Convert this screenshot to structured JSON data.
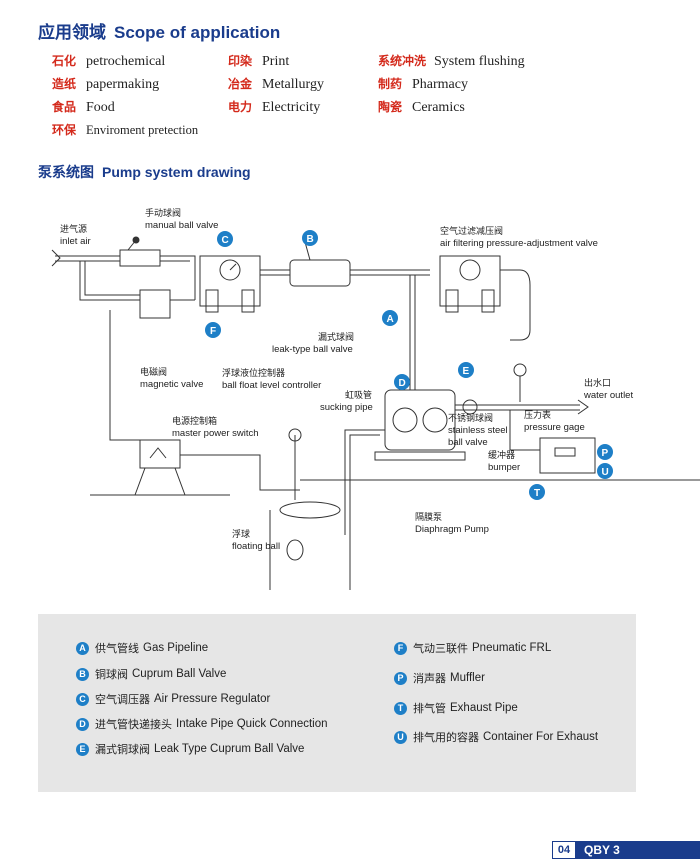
{
  "scope": {
    "title_zh": "应用领域",
    "title_en": "Scope of application",
    "items": [
      {
        "zh": "石化",
        "en": "petrochemical"
      },
      {
        "zh": "印染",
        "en": "Print"
      },
      {
        "zh": "系统冲洗",
        "en": "System flushing"
      },
      {
        "zh": "造纸",
        "en": "papermaking"
      },
      {
        "zh": "冶金",
        "en": "Metallurgy"
      },
      {
        "zh": "制药",
        "en": "Pharmacy"
      },
      {
        "zh": "食品",
        "en": "Food"
      },
      {
        "zh": "电力",
        "en": "Electricity"
      },
      {
        "zh": "陶瓷",
        "en": "Ceramics"
      },
      {
        "zh": "环保",
        "en": "Enviroment pretection"
      }
    ]
  },
  "drawing": {
    "title_zh": "泵系统图",
    "title_en": "Pump system drawing",
    "labels": {
      "inlet_zh": "进气源",
      "inlet_en": "inlet air",
      "manual_zh": "手动球阀",
      "manual_en": "manual ball valve",
      "afr_zh": "空气过滤减压阀",
      "afr_en": "air filtering pressure-adjustment valve",
      "leak_zh": "漏式球阀",
      "leak_en": "leak-type ball valve",
      "magnetic_zh": "电磁阀",
      "magnetic_en": "magnetic valve",
      "float_ctrl_zh": "浮球液位控制器",
      "float_ctrl_en": "ball float level controller",
      "sucking_zh": "虹吸管",
      "sucking_en": "sucking pipe",
      "power_zh": "电源控制箱",
      "power_en": "master power switch",
      "outlet_zh": "出水口",
      "outlet_en": "water outlet",
      "ss_valve_zh": "不锈钢球阀",
      "ss_valve_en1": "stainless steel",
      "ss_valve_en2": "ball valve",
      "gage_zh": "压力表",
      "gage_en": "pressure gage",
      "bumper_zh": "缓冲器",
      "bumper_en": "bumper",
      "diaphragm_zh": "隔膜泵",
      "diaphragm_en": "Diaphragm Pump",
      "floating_zh": "浮球",
      "floating_en": "floating ball"
    },
    "markers": {
      "A": "A",
      "B": "B",
      "C": "C",
      "D": "D",
      "E": "E",
      "F": "F",
      "P": "P",
      "U": "U",
      "T": "T"
    },
    "marker_color": "#1e7fc7"
  },
  "legend": {
    "left": [
      {
        "key": "A",
        "zh": "供气管线",
        "en": "Gas Pipeline"
      },
      {
        "key": "B",
        "zh": "铜球阀",
        "en": "Cuprum Ball Valve"
      },
      {
        "key": "C",
        "zh": "空气调压器",
        "en": "Air Pressure Regulator"
      },
      {
        "key": "D",
        "zh": "进气管快递接头",
        "en": "Intake Pipe Quick Connection"
      },
      {
        "key": "E",
        "zh": "漏式铜球阀",
        "en": "Leak Type Cuprum Ball Valve"
      }
    ],
    "right": [
      {
        "key": "F",
        "zh": "气动三联件",
        "en": "Pneumatic FRL"
      },
      {
        "key": "P",
        "zh": "消声器",
        "en": "Muffler"
      },
      {
        "key": "T",
        "zh": "排气管",
        "en": "Exhaust Pipe"
      },
      {
        "key": "U",
        "zh": "排气用的容器",
        "en": "Container For Exhaust"
      }
    ]
  },
  "footer": {
    "page": "04",
    "model": "QBY 3"
  }
}
